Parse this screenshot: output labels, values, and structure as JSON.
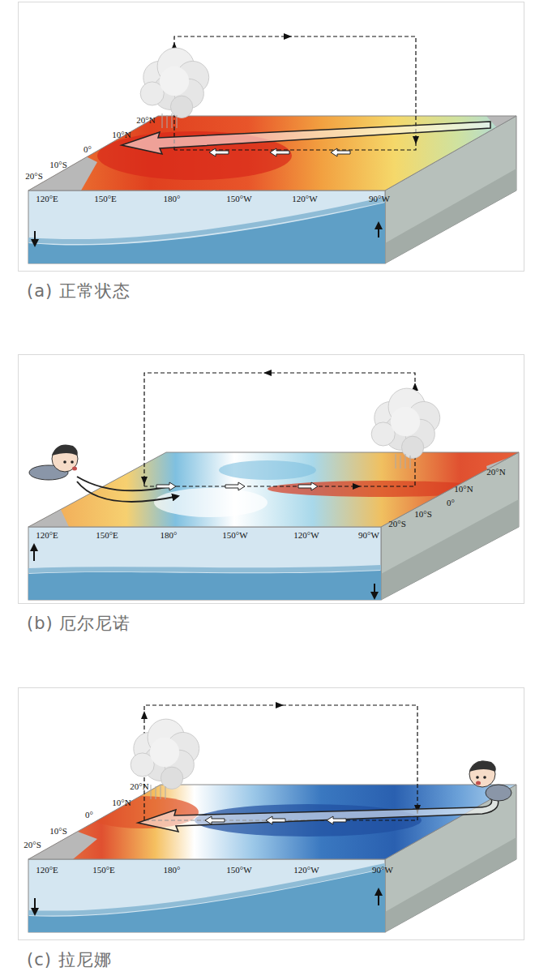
{
  "diagram": {
    "nodes": [
      {
        "text": [
          "(a) 正常状态"
        ]
      },
      {
        "text": [
          "(b) 厄尔尼诺"
        ]
      },
      {
        "text": [
          "(c) 拉尼娜"
        ]
      }
    ],
    "labels": [
      "20°N",
      "10°N",
      "0°",
      "10°S",
      "20°S",
      "120°E",
      "150°E",
      "180°",
      "150°W",
      "120°W",
      "90°W",
      "120°E",
      "150°E",
      "180°",
      "150°W",
      "120°W",
      "90°W",
      "20°N",
      "10°N",
      "0°",
      "10°S",
      "20°S",
      "20°N",
      "10°N",
      "0°",
      "10°S",
      "20°S",
      "120°E",
      "150°E",
      "180°",
      "150°W",
      "120°W",
      "90°W"
    ]
  }
}
